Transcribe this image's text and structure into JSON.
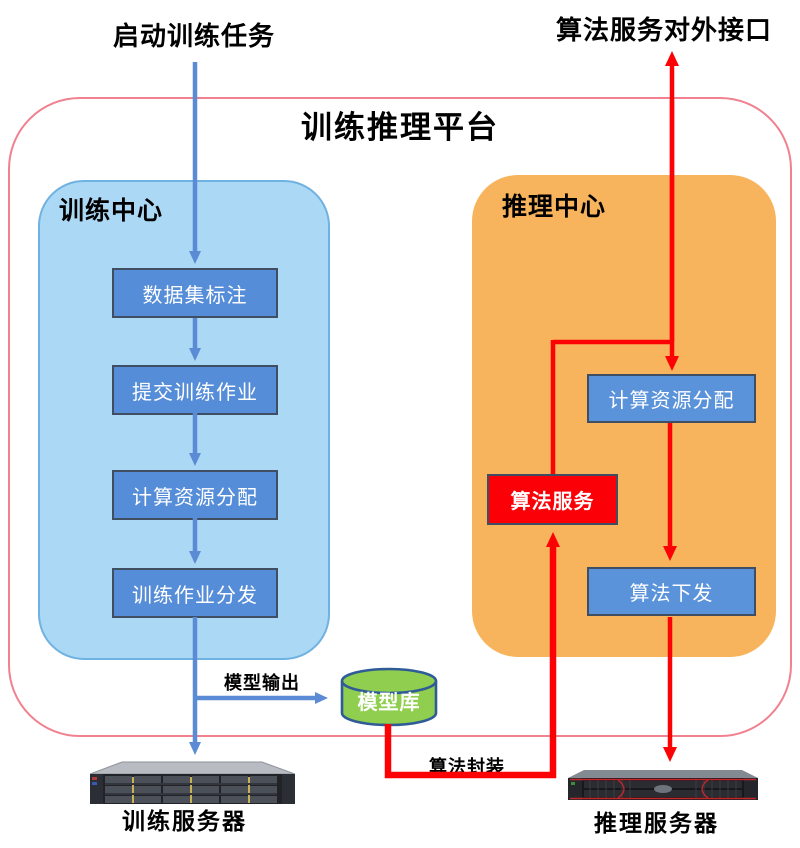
{
  "diagram": {
    "start_training_label": "启动训练任务",
    "external_api_label": "算法服务对外接口",
    "platform_title": "训练推理平台",
    "training_center": {
      "title": "训练中心",
      "steps": [
        "数据集标注",
        "提交训练作业",
        "计算资源分配",
        "训练作业分发"
      ]
    },
    "inference_center": {
      "title": "推理中心",
      "resource_allocation": "计算资源分配",
      "algorithm_service": "算法服务",
      "algorithm_dispatch": "算法下发"
    },
    "model_store_label": "模型库",
    "edge_labels": {
      "model_output": "模型输出",
      "algorithm_packaging": "算法封装"
    },
    "servers": {
      "training": "训练服务器",
      "inference": "推理服务器"
    },
    "colors": {
      "platform_border": "#F0818F",
      "training_center_fill": "#ABD8F4",
      "inference_center_fill": "#F8B45C",
      "step_box_fill": "#568DD8",
      "algorithm_service_fill": "#FB0006",
      "model_store_fill": "#8FCE4E",
      "blue_flow": "#5B8BD5",
      "red_flow": "#FC0204"
    }
  }
}
